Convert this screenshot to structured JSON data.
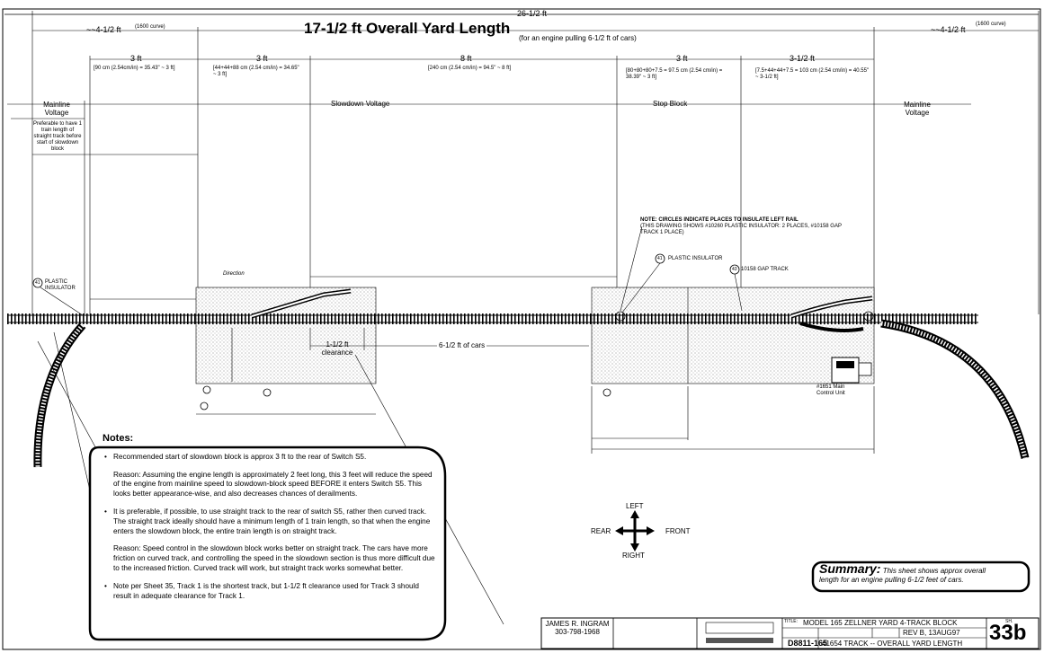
{
  "title": {
    "main": "17-1/2 ft Overall Yard Length",
    "sub": "(for an engine pulling 6-1/2 ft of cars)",
    "overall": "26-1/2 ft"
  },
  "dimensions": {
    "left_curve": "~~4-1/2 ft",
    "left_curve_sup": "(1600 curve)",
    "right_curve": "~~4-1/2 ft",
    "right_curve_sup": "(1600 curve)",
    "d1": "3 ft",
    "d1_note": "[90 cm (2.54cm/in) = 35.43\" ~ 3 ft]",
    "d2": "3 ft",
    "d2_note": "[44+44+88 cm (2.54 cm/in) = 34.65\" ~ 3 ft]",
    "d3": "8 ft",
    "d3_note": "[240 cm (2.54 cm/in) = 94.5\" ~ 8 ft]",
    "d4": "3 ft",
    "d4_note": "[80+80+80+7.5 = 97.5 cm (2.54 cm/in) = 38.39\" ~ 3 ft]",
    "d5": "3-1/2 ft",
    "d5_note": "[7.5+44+44+7.5 = 103 cm (2.54 cm/in) = 40.55\" ~ 3-1/2 ft]"
  },
  "zones": {
    "mainline_left": "Mainline Voltage",
    "slowdown": "Slowdown Voltage",
    "stop_block": "Stop Block",
    "mainline_right": "Mainline Voltage",
    "preferable": "Preferable to have 1 train length of straight track before start of slowdown block"
  },
  "callouts": {
    "plastic_insulator_left": "PLASTIC INSULATOR",
    "plastic_insulator_left_num": "41",
    "note_circles": "NOTE: CIRCLES INDICATE PLACES TO INSULATE LEFT RAIL",
    "note_circles_sub": "(THIS DRAWING SHOWS #10260 PLASTIC INSULATOR: 2 PLACES, #10158 GAP TRACK 1 PLACE)",
    "plastic_insulator": "PLASTIC INSULATOR",
    "plastic_insulator_num": "41",
    "gap_track": "10158 GAP TRACK",
    "gap_track_num": "43",
    "clearance": "1-1/2 ft clearance",
    "cars": "6-1/2 ft of cars",
    "direction": "Direction",
    "control_unit": "#1651 Main Control Unit"
  },
  "compass": {
    "left": "LEFT",
    "right": "RIGHT",
    "rear": "REAR",
    "front": "FRONT"
  },
  "notes": {
    "heading": "Notes:",
    "n1": "Recommended start of slowdown block is approx 3 ft to the rear of Switch S5.",
    "n1_reason": "Reason:  Assuming the engine length is approximately 2 feet long, this 3 feet will reduce the speed of the engine from mainline speed to slowdown-block speed BEFORE it enters Switch S5. This looks better appearance-wise, and also decreases chances of derailments.",
    "n2": "It is preferable, if possible, to use straight track to the rear of switch S5, rather then curved track.  The straight track ideally should have a minimum length of 1 train length, so that when the engine enters the slowdown block, the entire train length is on straight track.",
    "n2_reason": "Reason:  Speed control in the slowdown block works better on straight track.  The cars have more friction on curved track, and controlling the speed in the slowdown section is thus more difficult due to the increased friction.  Curved track will work, but straight track works somewhat better.",
    "n3": "Note per Sheet 35, Track 1 is the shortest track, but 1-1/2 ft clearance used for Track 3 should result in adequate clearance for Track 1."
  },
  "summary": {
    "heading": "Summary:",
    "text_a": "This sheet shows approx overall",
    "text_b": "length for an engine pulling 6-1/2 feet of cars."
  },
  "title_block": {
    "author": "JAMES R. INGRAM",
    "phone": "303-798-1968",
    "title_label": "TITLE:",
    "title": "MODEL 165 ZELLNER YARD 4-TRACK BLOCK",
    "dwg_no": "D8811-165",
    "rev": "REV B, 13AUG97",
    "subtitle": "#1654 TRACK -- OVERALL YARD LENGTH",
    "sheet_label": "SH.",
    "sheet": "33b"
  }
}
